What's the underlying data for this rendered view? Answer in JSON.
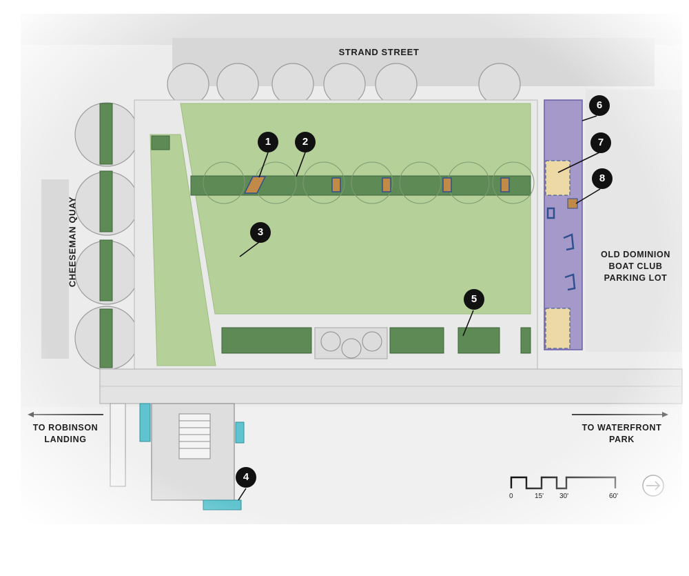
{
  "labels": {
    "strand_street": "STRAND STREET",
    "cheeseman_quay": "CHEESEMAN QUAY",
    "boat_club_line1": "OLD DOMINION",
    "boat_club_line2": "BOAT CLUB",
    "boat_club_line3": "PARKING LOT",
    "robinson_line1": "TO ROBINSON",
    "robinson_line2": "LANDING",
    "waterfront_line1": "TO WATERFRONT",
    "waterfront_line2": "PARK"
  },
  "markers": [
    "1",
    "2",
    "3",
    "4",
    "5",
    "6",
    "7",
    "8"
  ],
  "scale_bar": {
    "ticks": [
      "0",
      "15'",
      "30'",
      "60'"
    ]
  },
  "colors": {
    "lawn": "#b6d09a",
    "planter": "#5d8a55",
    "purple_zone": "#a499c9",
    "yellow_zone": "#ecd9a5",
    "water": "#5fc4cf",
    "paving": "#dcdcdc",
    "marker": "#111111"
  },
  "icons": {
    "north_arrow": "circled-arrow-right-icon"
  }
}
